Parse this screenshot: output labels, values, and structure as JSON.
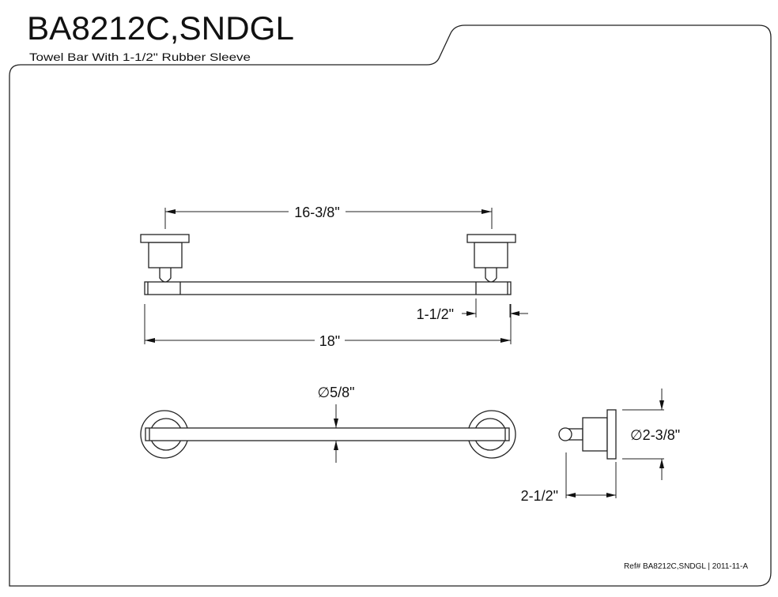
{
  "header": {
    "title": "BA8212C,SNDGL",
    "subtitle": "Towel Bar With 1-1/2\" Rubber Sleeve"
  },
  "dimensions": {
    "post_spacing": "16-3/8\"",
    "sleeve_length": "1-1/2\"",
    "overall_length": "18\"",
    "bar_diameter": "∅5/8\"",
    "flange_diameter": "∅2-3/8\"",
    "projection": "2-1/2\""
  },
  "footer": {
    "ref": "Ref# BA8212C,SNDGL | 2011-11-A"
  }
}
